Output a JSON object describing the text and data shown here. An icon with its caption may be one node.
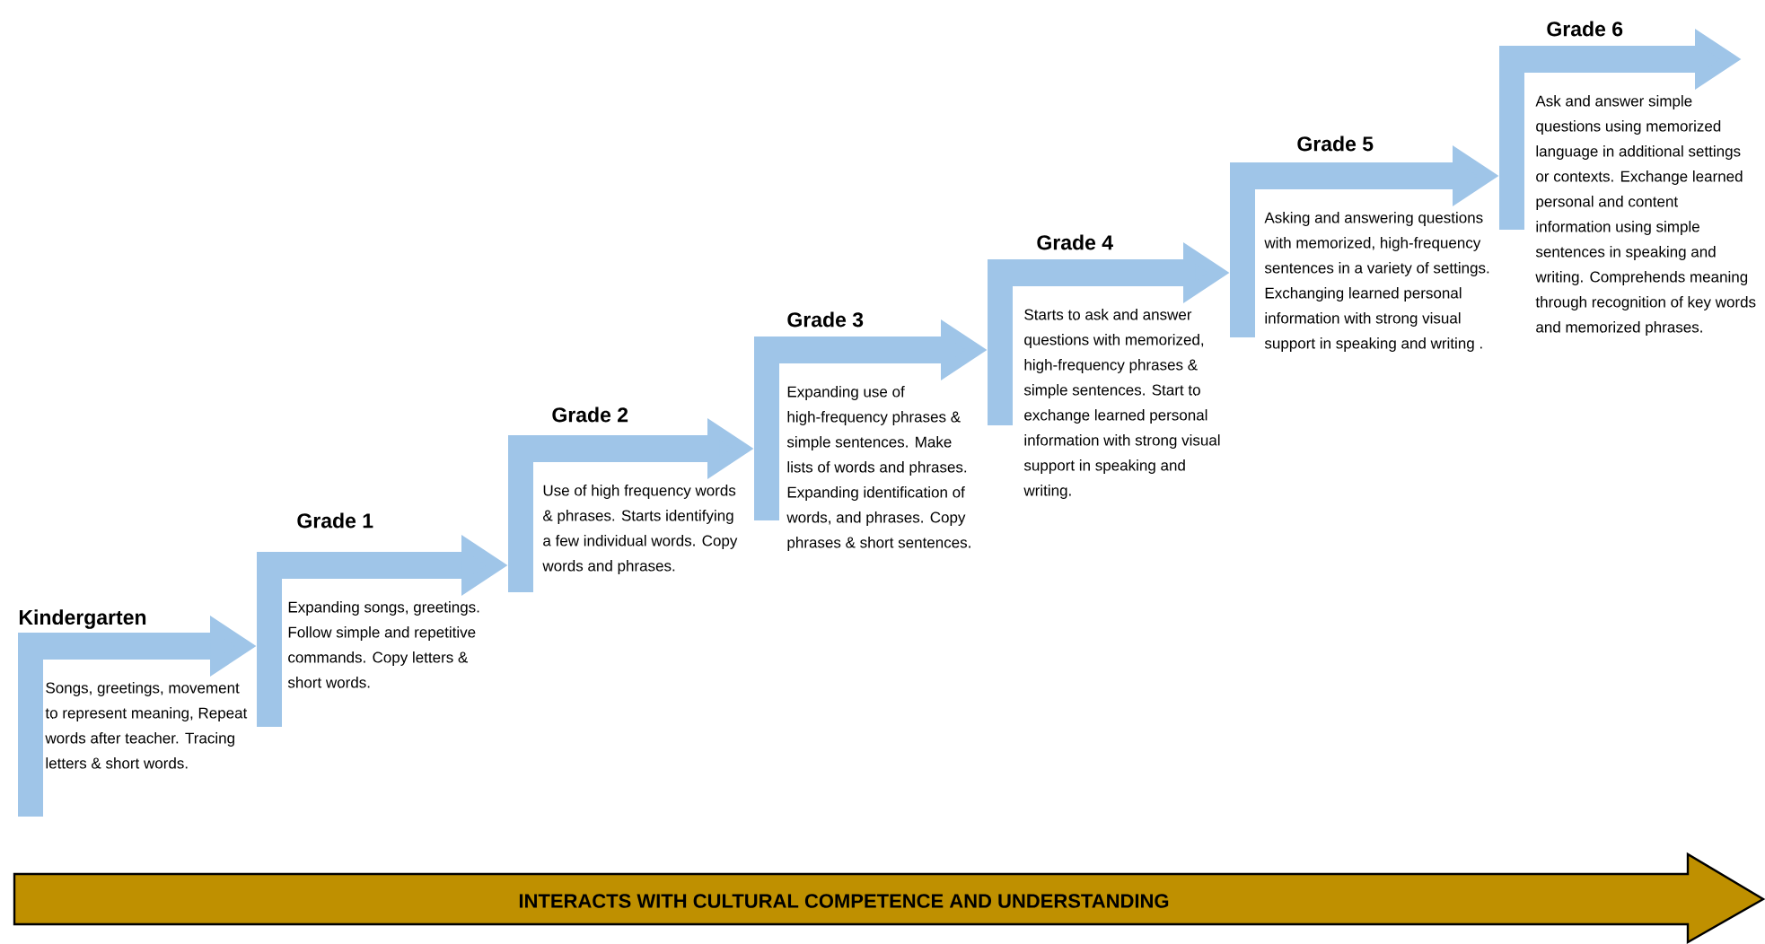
{
  "diagram": {
    "nodes": [
      {
        "text": [
          "Kindergarten",
          "Songs, greetings, movement to represent meaning, Repeat words after teacher. Tracing letters & short words."
        ]
      },
      {
        "text": [
          "Grade 1",
          "Expanding songs, greetings. Follow simple and repetitive commands. Copy letters & short words."
        ]
      },
      {
        "text": [
          "Grade 2",
          "Use of high frequency words & phrases. Starts identifying a few individual words. Copy words and phrases."
        ]
      },
      {
        "text": [
          "Grade 3",
          "Expanding use of high-frequency phrases & simple sentences. Make lists of words and phrases. Expanding identification of words, and phrases. Copy phrases & short sentences."
        ]
      },
      {
        "text": [
          "Grade 4",
          "Starts to ask and answer questions with memorized, high-frequency phrases & simple sentences. Start to exchange learned personal information with strong visual support in speaking and writing."
        ]
      },
      {
        "text": [
          "Grade 5",
          "Asking and answering questions with memorized, high-frequency sentences in a variety of settings. Exchanging learned personal information with strong visual support in speaking and writing ."
        ]
      },
      {
        "text": [
          "Grade 6",
          "Ask and answer simple questions using memorized language in additional settings or contexts. Exchange learned personal and content information using simple sentences in speaking and writing. Comprehends meaning through recognition of key words and memorized phrases."
        ]
      },
      {
        "text": [
          "INTERACTS WITH CULTURAL COMPETENCE  AND UNDERSTANDING"
        ]
      }
    ],
    "edges": [
      {
        "from": 0,
        "to": 1,
        "arrow": "to"
      },
      {
        "from": 1,
        "to": 2,
        "arrow": "to"
      },
      {
        "from": 2,
        "to": 3,
        "arrow": "to"
      },
      {
        "from": 3,
        "to": 4,
        "arrow": "to"
      },
      {
        "from": 4,
        "to": 5,
        "arrow": "to"
      },
      {
        "from": 5,
        "to": 6,
        "arrow": "to"
      },
      {
        "from": 6,
        "to": null,
        "arrow": "to"
      }
    ]
  }
}
